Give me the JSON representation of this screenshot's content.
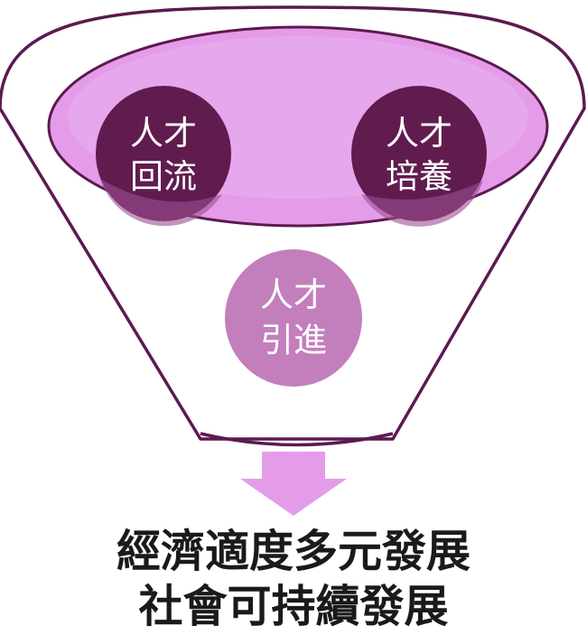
{
  "colors": {
    "funnel_outline": "#5b1a4f",
    "funnel_fill": "#ffffff",
    "rim_fill": "#e49ce9",
    "circle_dark": "#601c4f",
    "circle_mid": "#c27fbc",
    "arrow": "#e49ce9",
    "text_dark": "#1a1a1a",
    "text_light": "#ffffff"
  },
  "inputs": [
    {
      "id": "return",
      "line1": "人才",
      "line2": "回流"
    },
    {
      "id": "training",
      "line1": "人才",
      "line2": "培養"
    },
    {
      "id": "recruit",
      "line1": "人才",
      "line2": "引進"
    }
  ],
  "arrow_icon": "down-arrow-icon",
  "outcome": {
    "line1": "經濟適度多元發展",
    "line2": "社會可持續發展"
  }
}
